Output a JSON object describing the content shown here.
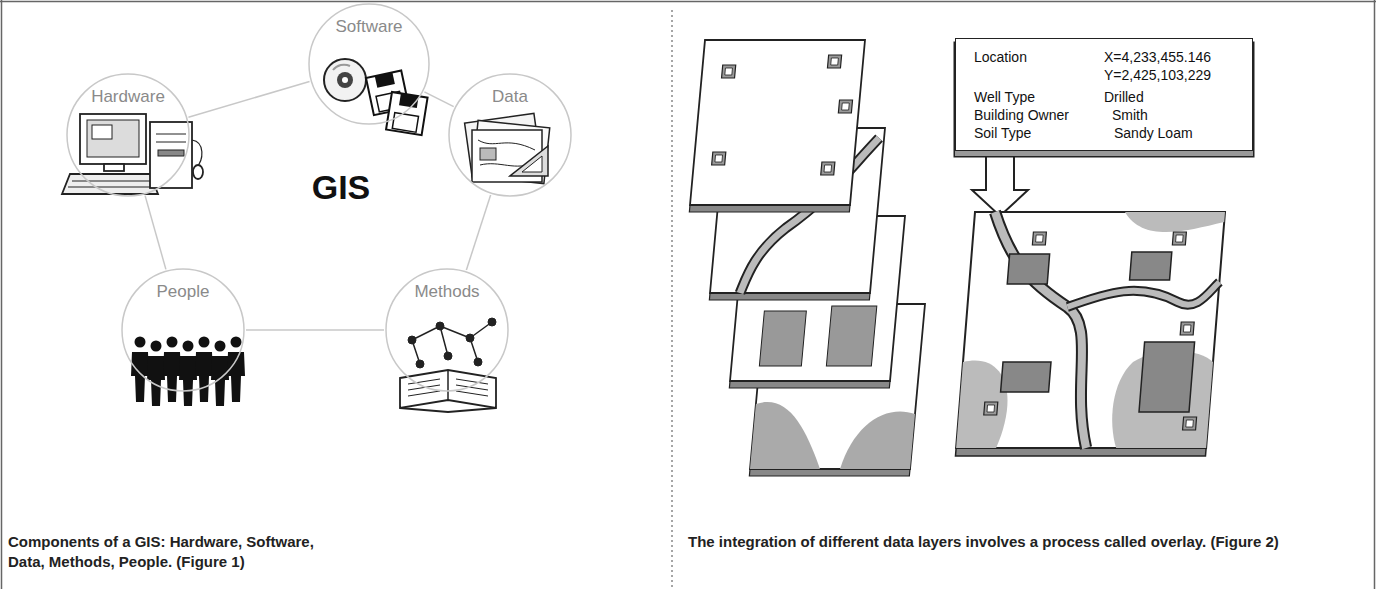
{
  "diagram": {
    "nodes": [
      {
        "text": [
          "Software"
        ]
      },
      {
        "text": [
          "Hardware"
        ]
      },
      {
        "text": [
          "Data"
        ]
      },
      {
        "text": [
          "People"
        ]
      },
      {
        "text": [
          "Methods"
        ]
      },
      {
        "text": [
          "Location",
          "X=4,233,455.146",
          "Y=2,425,103,229",
          "Well Type",
          "Drilled",
          "Building Owner",
          "Smith",
          "Soil Type",
          "Sandy Loam"
        ]
      }
    ],
    "edges": [
      {
        "from": 1,
        "to": 0,
        "arrow": "none"
      },
      {
        "from": 0,
        "to": 2,
        "arrow": "none"
      },
      {
        "from": 2,
        "to": 4,
        "arrow": "none"
      },
      {
        "from": 4,
        "to": 3,
        "arrow": "none"
      },
      {
        "from": 3,
        "to": 1,
        "arrow": "none"
      }
    ],
    "labels": [
      "GIS",
      "Components of a GIS: Hardware, Software, Data, Methods, People. (Figure 1)",
      "The integration of different data layers involves a process called overlay. (Figure 2)"
    ]
  }
}
